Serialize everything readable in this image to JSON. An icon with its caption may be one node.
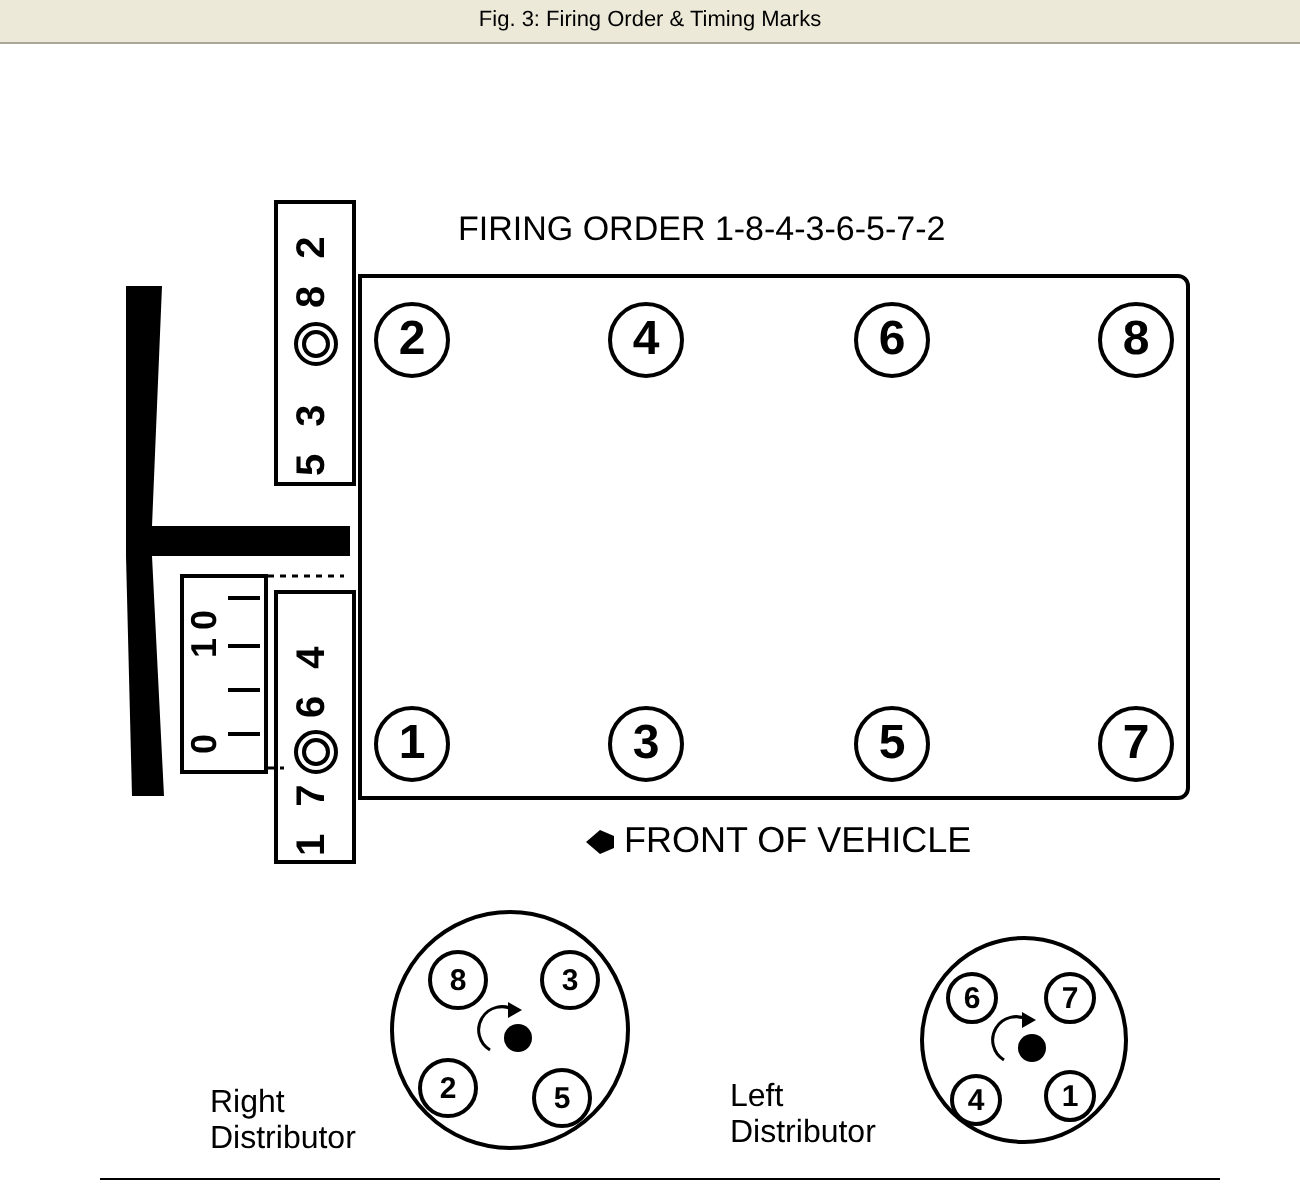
{
  "diagram": {
    "title": "Fig. 3: Firing Order & Timing Marks",
    "nodes": [
      {
        "text": [
          "FIRING ORDER 1-8-4-3-6-5-7-2"
        ]
      },
      {
        "text": [
          "2"
        ],
        "in": 0
      },
      {
        "text": [
          "4"
        ],
        "in": 0
      },
      {
        "text": [
          "6"
        ],
        "in": 0
      },
      {
        "text": [
          "8"
        ],
        "in": 0
      },
      {
        "text": [
          "1"
        ],
        "in": 0
      },
      {
        "text": [
          "3"
        ],
        "in": 0
      },
      {
        "text": [
          "5"
        ],
        "in": 0
      },
      {
        "text": [
          "7"
        ],
        "in": 0
      },
      {
        "text": [],
        "shape": "circle",
        "beside": [
          "Right Distributor"
        ]
      },
      {
        "text": [
          "8"
        ],
        "in": 9
      },
      {
        "text": [
          "3"
        ],
        "in": 9
      },
      {
        "text": [
          "2"
        ],
        "in": 9
      },
      {
        "text": [
          "5"
        ],
        "in": 9
      },
      {
        "text": [],
        "shape": "circle",
        "beside": [
          "Left Distributor"
        ]
      },
      {
        "text": [
          "6"
        ],
        "in": 14
      },
      {
        "text": [
          "7"
        ],
        "in": 14
      },
      {
        "text": [
          "4"
        ],
        "in": 14
      },
      {
        "text": [
          "1"
        ],
        "in": 14
      }
    ],
    "edges": [],
    "labels": [
      "5 3",
      "8 2",
      "10",
      "0",
      "1 7",
      "6 4",
      "FRONT OF VEHICLE"
    ]
  }
}
